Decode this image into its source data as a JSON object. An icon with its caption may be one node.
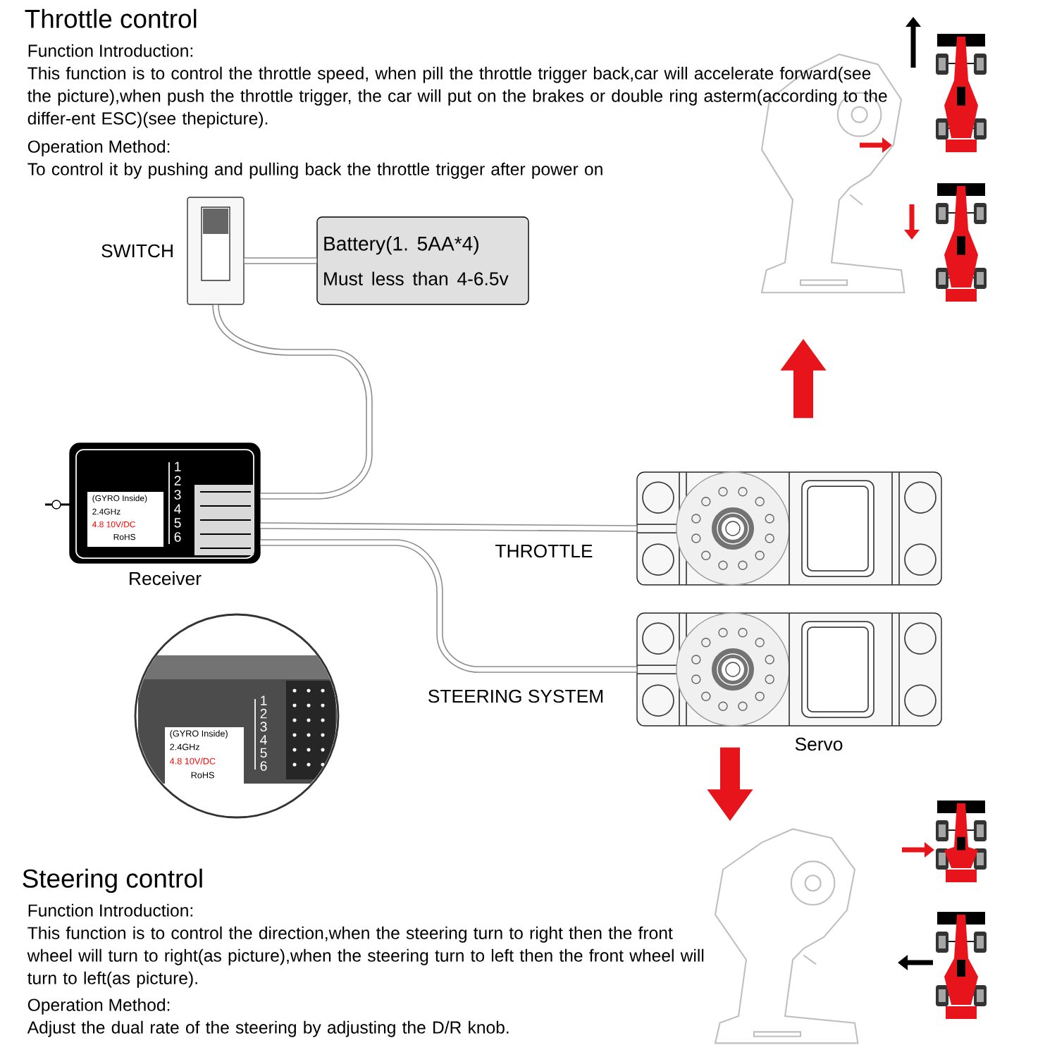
{
  "diagram": {
    "nodes": [
      {
        "text": [
          "SWITCH"
        ]
      },
      {
        "text": [
          "Battery(1. 5AA*4)",
          "Must less than 4-6.5v"
        ]
      },
      {
        "text": [
          "Receiver"
        ]
      },
      {
        "text": [],
        "shape": "box",
        "beside": [
          "THROTTLE"
        ]
      },
      {
        "text": [],
        "shape": "box",
        "beside": [
          "STEERING SYSTEM",
          "Servo"
        ]
      },
      {
        "text": [],
        "shape": "picture"
      },
      {
        "text": [],
        "shape": "picture"
      }
    ],
    "edges": [
      {
        "from": 0,
        "to": 1,
        "arrow": "none"
      },
      {
        "from": 0,
        "to": 2,
        "arrow": "none"
      },
      {
        "from": 2,
        "to": 3,
        "arrow": "none"
      },
      {
        "from": 2,
        "to": 4,
        "arrow": "none"
      },
      {
        "from": 3,
        "to": 5,
        "arrow": "to",
        "style": "thick",
        "color": "#e8141b"
      },
      {
        "from": 4,
        "to": 6,
        "arrow": "to",
        "style": "thick",
        "color": "#e8141b"
      }
    ],
    "labels": [
      "Throttle control",
      "Function Introduction:",
      "This function is to control the throttle speed, when pill the throttle trigger back,car will accelerate forward(see the picture),when push the throttle trigger, the car will put on the brakes or double ring asterm(according to the differ-ent ESC)(see thepicture).",
      "Operation Method:",
      "To control it by pushing and pulling back the throttle trigger after power on",
      "(GYRO Inside)",
      "2.4GHz",
      "4.8 10V/DC",
      "RoHS",
      "1",
      "2",
      "3",
      "4",
      "5",
      "6",
      "(GYRO Inside)",
      "2.4GHz",
      "4.8 10V/DC",
      "RoHS",
      "1",
      "2",
      "3",
      "4",
      "5",
      "6",
      "Steering control",
      "Function Introduction:",
      "This function is to control the direction,when the steering turn to right then the front wheel will turn to right(as picture),when the steering turn to left then the front wheel will turn to left(as picture).",
      "Operation Method:",
      "Adjust the dual rate of the steering by adjusting the D/R knob."
    ]
  }
}
